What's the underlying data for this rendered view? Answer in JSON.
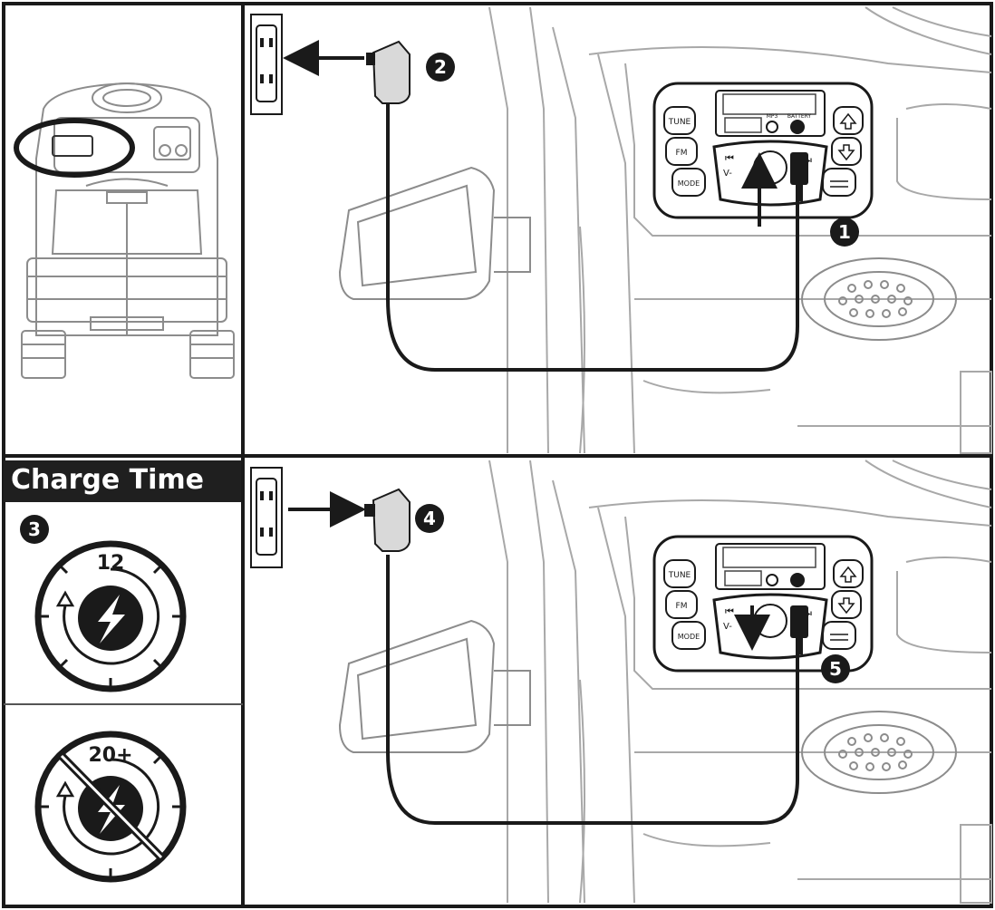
{
  "charge_time": {
    "title": "Charge Time",
    "recommended_hours": "12",
    "max_hours": "20+"
  },
  "steps": [
    "1",
    "2",
    "3",
    "4",
    "5"
  ],
  "panel_labels": {
    "tune": "TUNE",
    "fm": "FM",
    "mode": "MODE",
    "prev_vol": "V-",
    "mp3": "MP3",
    "battery": "BATTERY"
  },
  "colors": {
    "ink": "#1a1a1a",
    "line": "#9a9a9a",
    "paper": "#ffffff"
  }
}
